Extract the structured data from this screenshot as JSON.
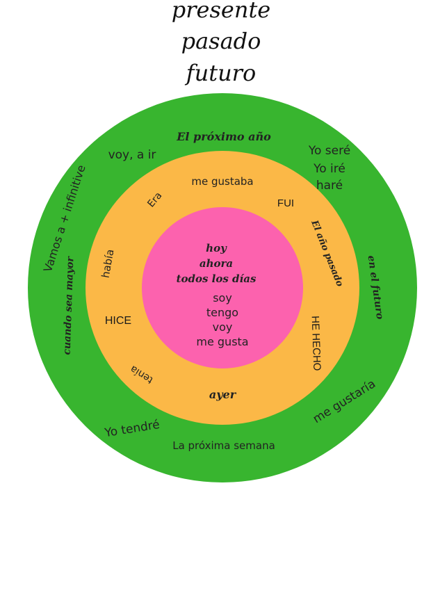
{
  "title": [
    "presente",
    "pasado",
    "futuro"
  ],
  "colors": {
    "outer_ring": "#38b52f",
    "middle_ring": "#fbb847",
    "inner_circle": "#fc62ae",
    "text": "#222222"
  },
  "rings": {
    "futuro": [
      "El próximo año",
      "voy, a ir",
      "Yo seré",
      "Yo iré",
      "haré",
      "Vamos a + infinitive",
      "cuando sea mayor",
      "en el futuro",
      "me gustaría",
      "Yo tendré",
      "La próxima semana"
    ],
    "pasado": [
      "me gustaba",
      "Era",
      "FUI",
      "El año pasado",
      "había",
      "HICE",
      "HE HECHO",
      "tenía",
      "ayer"
    ],
    "presente": [
      "hoy",
      "ahora",
      "todos los días",
      "soy",
      "tengo",
      "voy",
      "me gusta"
    ]
  }
}
